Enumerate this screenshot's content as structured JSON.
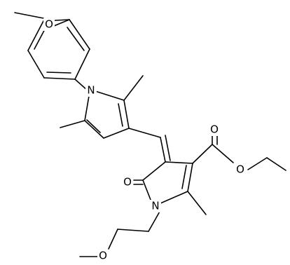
{
  "molecule": {
    "atom_labels": {
      "o_methoxy_top": "O",
      "n_pyrrole": "N",
      "o_ketone": "O",
      "o_ester_carbonyl": "O",
      "o_ester_ether": "O",
      "n_pyrrolinone": "N",
      "o_methoxyethyl": "O"
    }
  }
}
